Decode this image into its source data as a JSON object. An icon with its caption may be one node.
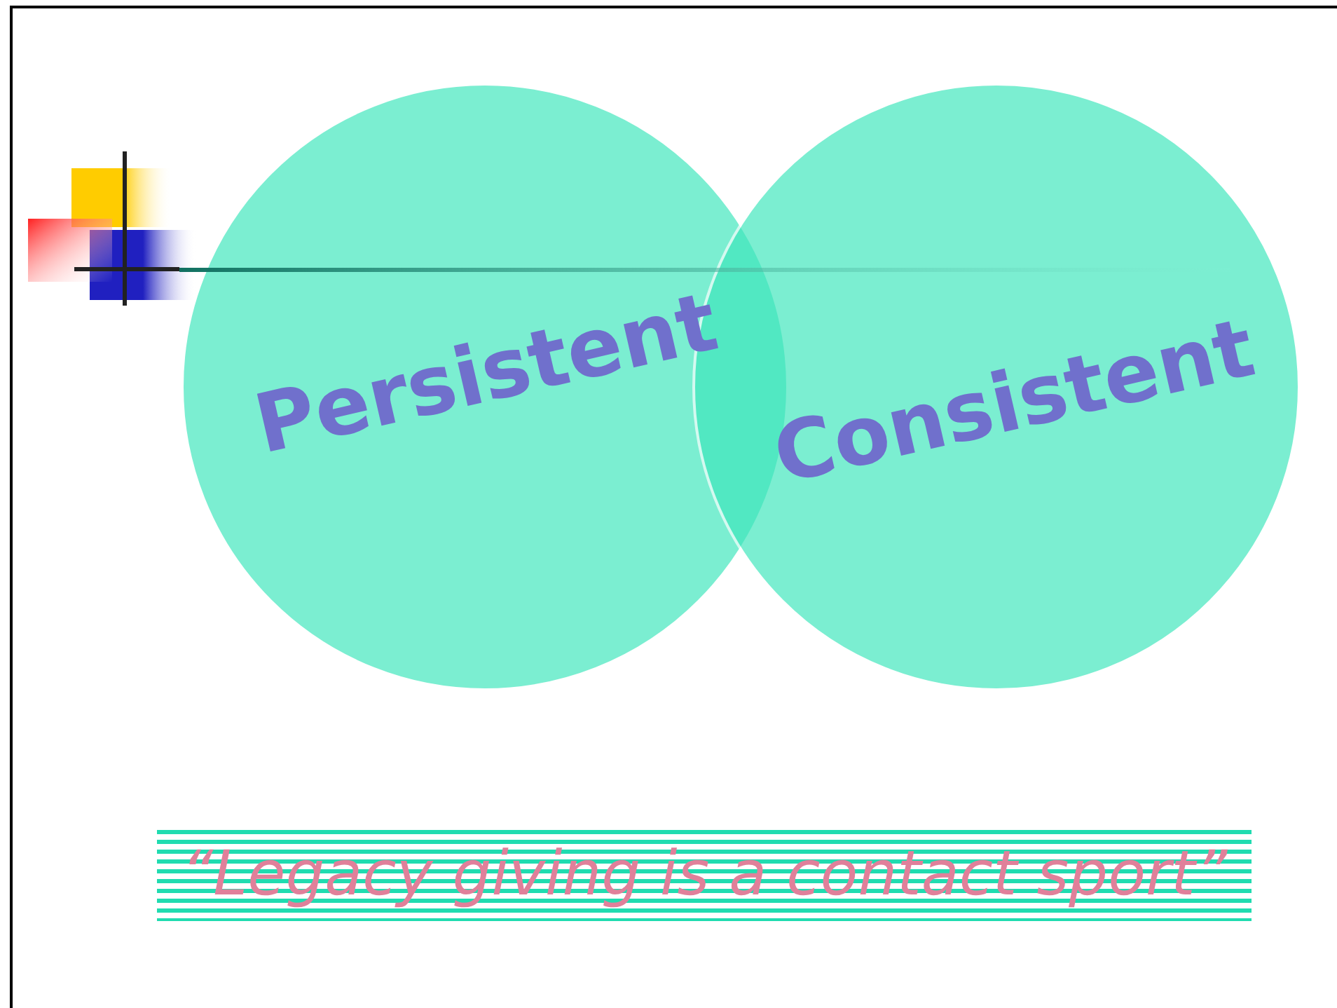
{
  "diagram": {
    "nodes": [
      {
        "text": [
          "Persistent"
        ]
      },
      {
        "text": [
          "Consistent"
        ]
      },
      {
        "text": [
          "“Legacy giving is a contact sport”"
        ]
      }
    ]
  }
}
